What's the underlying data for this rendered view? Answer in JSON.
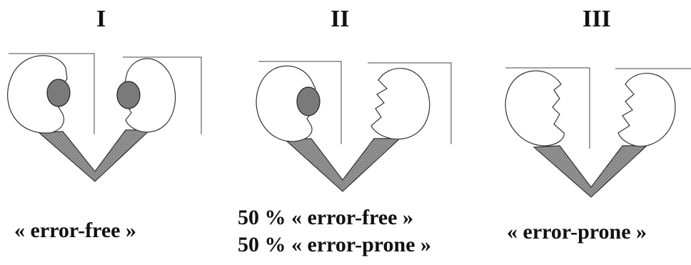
{
  "panels": [
    {
      "numeral": "I",
      "captions": [
        "« error-free »"
      ]
    },
    {
      "numeral": "II",
      "captions": [
        "50 % « error-free »",
        "50 % « error-prone »"
      ]
    },
    {
      "numeral": "III",
      "captions": [
        "« error-prone »"
      ]
    }
  ],
  "colors": {
    "outline": "#222222",
    "dot_fill": "#7a7a7a",
    "chevron_fill": "#8f8f8f"
  }
}
